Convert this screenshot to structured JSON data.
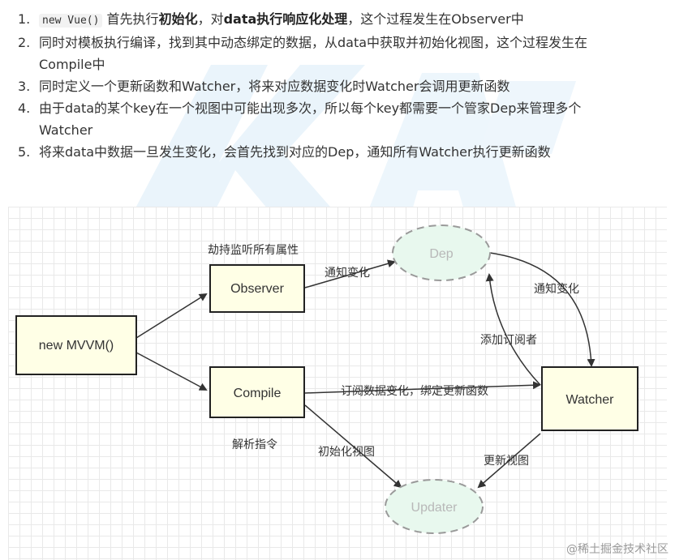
{
  "steps": [
    {
      "num": "1.",
      "code": "new Vue()",
      "pre": "首先执行",
      "bold1": "初始化",
      "mid": "，对",
      "bold2": "data执行响应化处理",
      "post": "，这个过程发生在Observer中"
    },
    {
      "num": "2.",
      "line1": "同时对模板执行编译，找到其中动态绑定的数据，从data中获取并初始化视图，这个过程发生在",
      "line2": "Compile中"
    },
    {
      "num": "3.",
      "line1": "同时定义一个更新函数和Watcher，将来对应数据变化时Watcher会调用更新函数"
    },
    {
      "num": "4.",
      "line1": "由于data的某个key在一个视图中可能出现多次，所以每个key都需要一个管家Dep来管理多个",
      "line2": "Watcher"
    },
    {
      "num": "5.",
      "line1": "将来data中数据一旦发生变化，会首先找到对应的Dep，通知所有Watcher执行更新函数"
    }
  ],
  "diagram": {
    "nodes": {
      "mvvm": "new MVVM()",
      "observer": "Observer",
      "compile": "Compile",
      "dep": "Dep",
      "watcher": "Watcher",
      "updater": "Updater"
    },
    "labels": {
      "hijack": "劫持监听所有属性",
      "notify_obs": "通知变化",
      "notify_dep": "通知变化",
      "add_sub": "添加订阅者",
      "subscribe": "订阅数据变化，绑定更新函数",
      "parse": "解析指令",
      "init_view": "初始化视图",
      "update_view": "更新视图"
    },
    "colors": {
      "box_fill": "#ffffe6",
      "box_stroke": "#222222",
      "ghost_fill": "#e8f8ee",
      "ghost_stroke": "#9a9a9a",
      "ghost_text": "#b8b8b8",
      "edge": "#333333"
    }
  },
  "footer": "@稀土掘金技术社区"
}
